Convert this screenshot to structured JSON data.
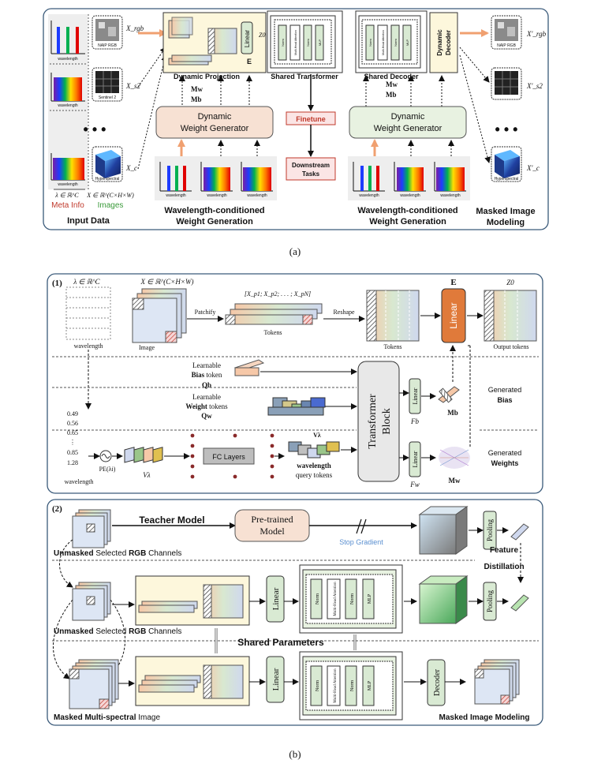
{
  "colors": {
    "panel_stroke": "#3a5a7a",
    "orange_box": "#f7e1d3",
    "green_box": "#e8f2e1",
    "yellow_box": "#fdf7dc",
    "linear_orange": "#e07a3a",
    "linear_green": "#d9ead3",
    "stop_gradient": "#5a8fd0",
    "meta_info": "#c0392b",
    "images_green": "#3a9a3a",
    "finetune_red": "#c0392b"
  },
  "a": {
    "x_rgb": "X_rgb",
    "x_s2": "X_s2",
    "x_c": "X_c",
    "xp_rgb": "X'_rgb",
    "xp_s2": "X'_s2",
    "xp_c": "X'_c",
    "naip": "NAIP RGB",
    "sentinel": "Sentinel 2",
    "hyper": "Hyperspectral",
    "wavelength": "wavelength",
    "lambda": "λ ∈ ℝ^C",
    "ximg": "X ∈ ℝ^(C×H×W)",
    "meta": "Meta Info",
    "images": "Images",
    "input": "Input Data",
    "dynproj": "Dynamic Projection",
    "shared_tr": "Shared Transformer",
    "shared_dec": "Shared Decoder",
    "dyn_decoder_1": "Dynamic",
    "dyn_decoder_2": "Decoder",
    "linear": "Linear",
    "E": "E",
    "z0": "Z0",
    "norm": "Norm",
    "mha": "Multi-Head Attention",
    "mlp": "MLP",
    "mw": "Mw",
    "mb": "Mb",
    "dwg_1": "Dynamic",
    "dwg_2": "Weight Generator",
    "finetune": "Finetune",
    "downstream_1": "Downstream",
    "downstream_2": "Tasks",
    "wcwg_1": "Wavelength-conditioned",
    "wcwg_2": "Weight Generation",
    "mim_1": "Masked Image",
    "mim_2": "Modeling",
    "dots": "• • •",
    "caption": "(a)"
  },
  "b1": {
    "label": "(1)",
    "lambda": "λ ∈ ℝ^C",
    "ximg": "X ∈ ℝ^(C×H×W)",
    "wavelength": "wavelength",
    "image": "Image",
    "patchify": "Patchify",
    "tokens_seq": "[X_p1; X_p2; . . . ; X_pN]",
    "tokens": "Tokens",
    "reshape": "Reshape",
    "E": "E",
    "z0": "Z0",
    "linear": "Linear",
    "tokens2": "Tokens",
    "output_tokens": "Output tokens",
    "learnable": "Learnable",
    "bias_token": "Bias",
    "bias_token_rest": " token",
    "qb": "Qb",
    "weight_tokens": "Weight",
    "weight_tokens_rest": " tokens",
    "qw": "Qw",
    "wl_values": [
      "0.49",
      "0.56",
      "0.65",
      "⋮",
      "0.85",
      "1.28"
    ],
    "pe": "PE(λi)",
    "v_lambda": "Vλ",
    "fc": "FC Layers",
    "v_lambda2": "Vλ",
    "wl_query_1": "wavelength",
    "wl_query_2": "query tokens",
    "transformer_1": "Transformer",
    "transformer_2": "Block",
    "fb": "Fb",
    "fw": "Fw",
    "mb": "Mb",
    "mw": "Mw",
    "gen": "Generated",
    "bias": "Bias",
    "weights": "Weights"
  },
  "b2": {
    "label": "(2)",
    "teacher": "Teacher Model",
    "pretrained_1": "Pre-trained",
    "pretrained_2": "Model",
    "stop": "Stop Gradient",
    "pooling": "Pooling",
    "feature_1": "Feature",
    "feature_2": "Distillation",
    "unmasked": "Unmasked",
    "selected": " Selected ",
    "rgb": "RGB",
    "channels": " Channels",
    "shared": "Shared Parameters",
    "linear": "Linear",
    "norm": "Norm",
    "mha": "Multi-Head Attention",
    "mlp": "MLP",
    "decoder": "Decoder",
    "masked": "Masked Multi-spectral",
    "image": " Image",
    "mim": "Masked Image Modeling"
  },
  "caption_b": "(b)"
}
